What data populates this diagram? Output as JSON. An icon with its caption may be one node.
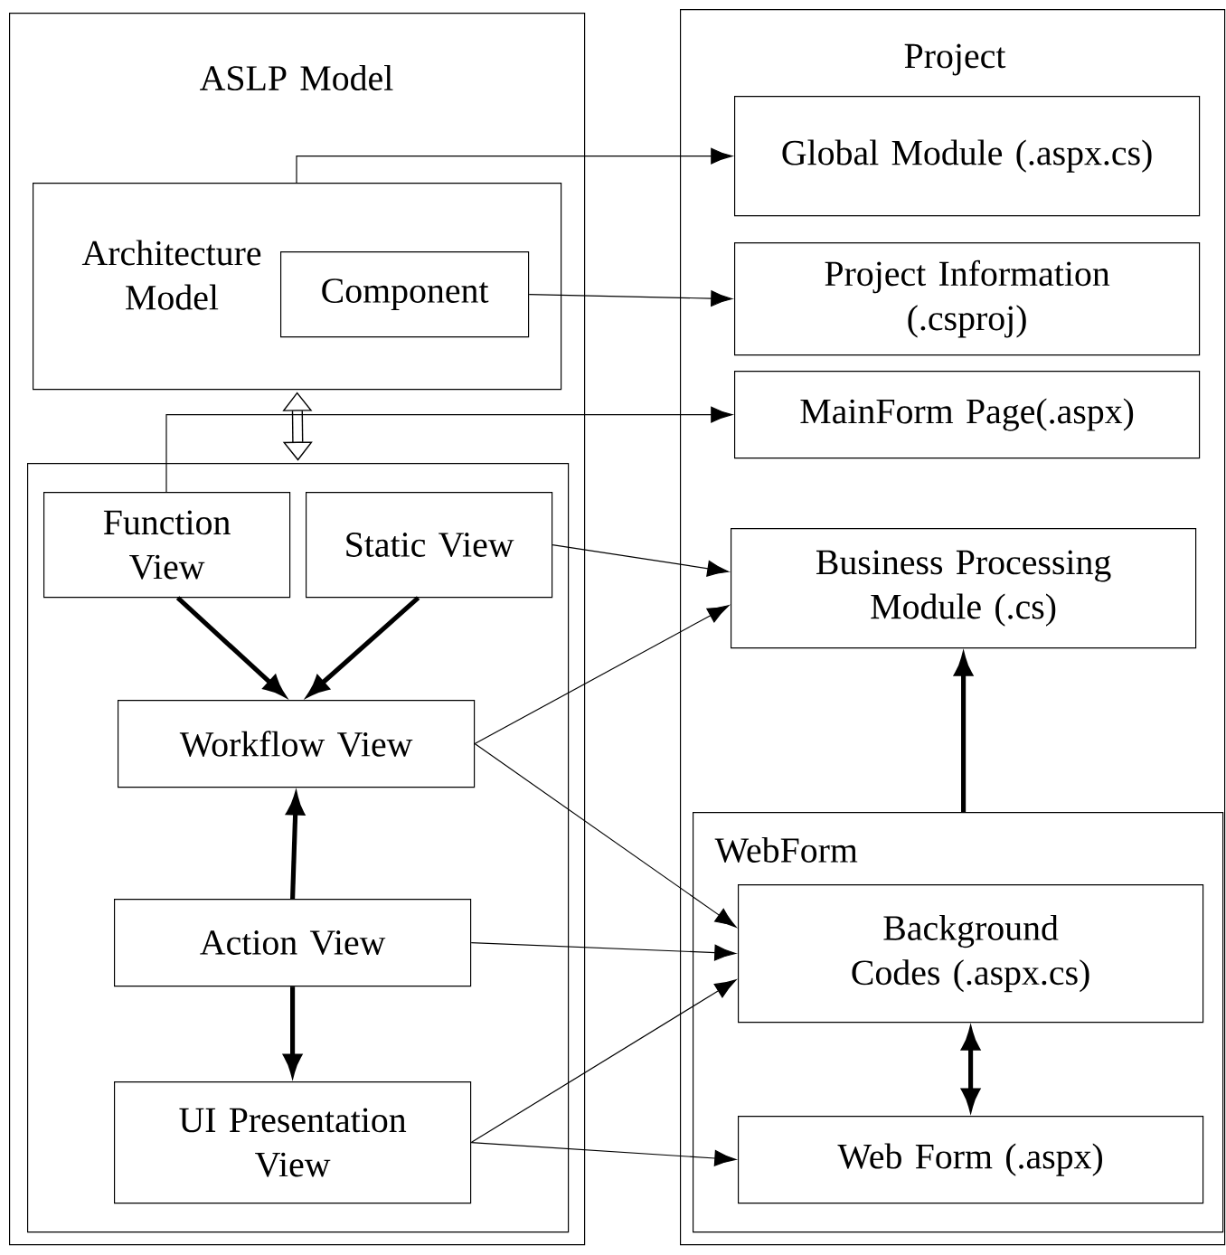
{
  "diagram": {
    "nodes": [
      {
        "text": [
          "ASLP Model"
        ]
      },
      {
        "text": [
          "Architecture Model"
        ],
        "in": 0
      },
      {
        "text": [
          "Component"
        ],
        "in": 1
      },
      {
        "text": [],
        "shape": "box",
        "in": 0
      },
      {
        "text": [
          "Function View"
        ],
        "in": 3
      },
      {
        "text": [
          "Static View"
        ],
        "in": 3
      },
      {
        "text": [
          "Workflow View"
        ],
        "in": 3
      },
      {
        "text": [
          "Action View"
        ],
        "in": 3
      },
      {
        "text": [
          "UI Presentation View"
        ],
        "in": 3
      },
      {
        "text": [
          "Project"
        ]
      },
      {
        "text": [
          "Global Module (.aspx.cs)"
        ],
        "in": 9
      },
      {
        "text": [
          "Project Information (.csproj)"
        ],
        "in": 9
      },
      {
        "text": [
          "MainForm Page(.aspx)"
        ],
        "in": 9
      },
      {
        "text": [
          "Business Processing Module (.cs)"
        ],
        "in": 9
      },
      {
        "text": [
          "WebForm"
        ],
        "in": 9
      },
      {
        "text": [
          "Background Codes (.aspx.cs)"
        ],
        "in": 14
      },
      {
        "text": [
          "Web Form (.aspx)"
        ],
        "in": 14
      }
    ],
    "edges": [
      {
        "from": 1,
        "to": 10,
        "arrow": "to"
      },
      {
        "from": 2,
        "to": 11,
        "arrow": "to"
      },
      {
        "from": 1,
        "to": 3,
        "arrow": "both",
        "style": "thick"
      },
      {
        "from": 4,
        "to": 12,
        "arrow": "to"
      },
      {
        "from": 5,
        "to": 13,
        "arrow": "to"
      },
      {
        "from": 6,
        "to": 13,
        "arrow": "to"
      },
      {
        "from": 6,
        "to": 15,
        "arrow": "to"
      },
      {
        "from": 7,
        "to": 15,
        "arrow": "to"
      },
      {
        "from": 8,
        "to": 15,
        "arrow": "to"
      },
      {
        "from": 8,
        "to": 16,
        "arrow": "to"
      },
      {
        "from": 4,
        "to": 6,
        "arrow": "to",
        "style": "thick"
      },
      {
        "from": 5,
        "to": 6,
        "arrow": "to",
        "style": "thick"
      },
      {
        "from": 7,
        "to": 6,
        "arrow": "to",
        "style": "thick"
      },
      {
        "from": 7,
        "to": 8,
        "arrow": "to",
        "style": "thick"
      },
      {
        "from": 14,
        "to": 13,
        "arrow": "to",
        "style": "thick"
      },
      {
        "from": 15,
        "to": 16,
        "arrow": "both",
        "style": "thick"
      }
    ]
  }
}
